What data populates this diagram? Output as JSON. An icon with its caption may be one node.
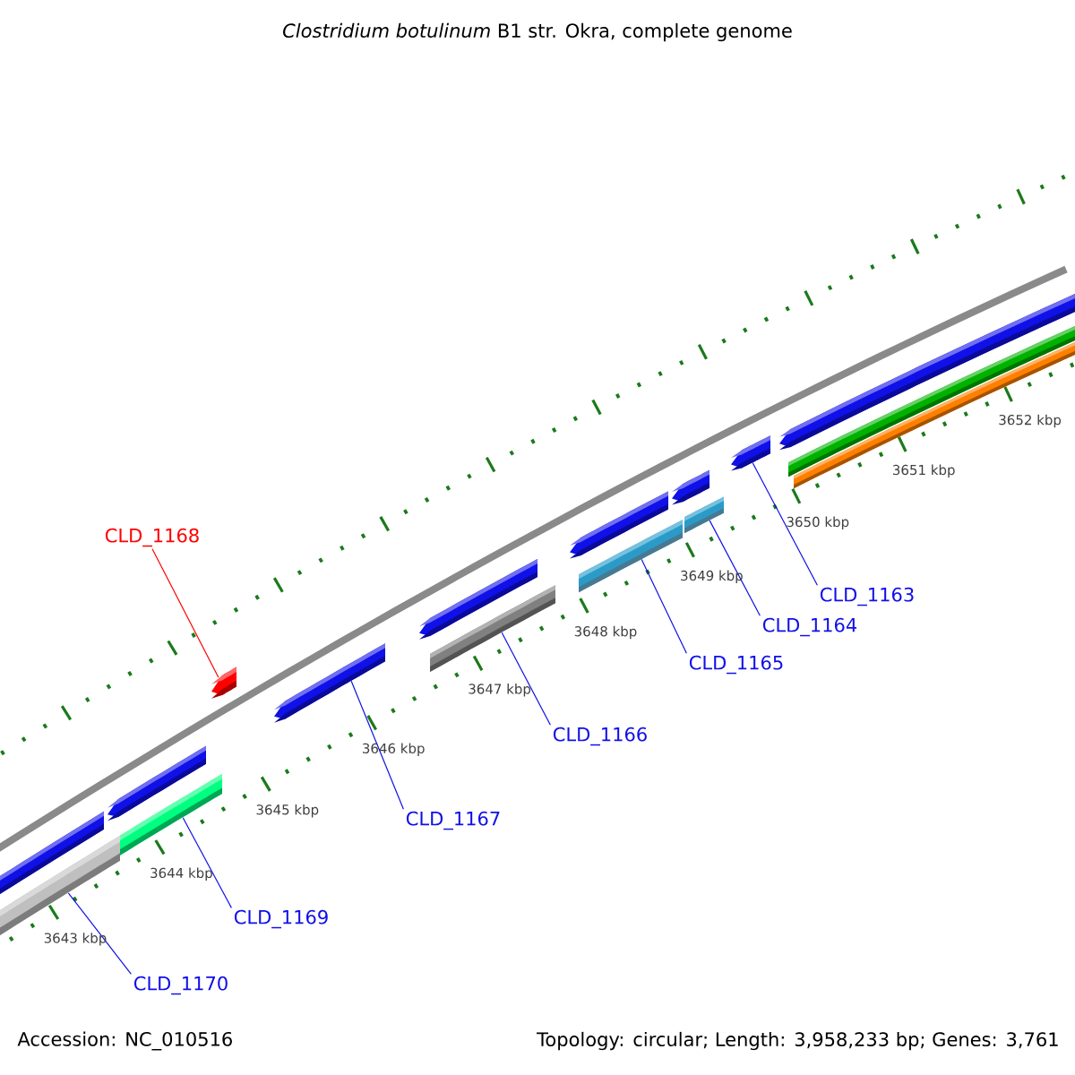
{
  "diagram": {
    "title": "*Clostridium botulinum* B1 str. Okra, complete genome",
    "nodes": [
      {
        "text": [],
        "shape": "arrow"
      },
      {
        "text": [],
        "shape": "bar"
      },
      {
        "text": [],
        "shape": "arrow"
      },
      {
        "text": [],
        "shape": "bar"
      },
      {
        "text": [],
        "shape": "arrow"
      },
      {
        "text": [],
        "shape": "arrow"
      },
      {
        "text": [],
        "shape": "arrow"
      },
      {
        "text": [],
        "shape": "bar"
      },
      {
        "text": [],
        "shape": "arrow"
      },
      {
        "text": [],
        "shape": "bar"
      },
      {
        "text": [],
        "shape": "arrow"
      },
      {
        "text": [],
        "shape": "bar"
      },
      {
        "text": [],
        "shape": "arrow"
      },
      {
        "text": [],
        "shape": "arrow"
      },
      {
        "text": [],
        "shape": "bar"
      },
      {
        "text": [],
        "shape": "bar"
      },
      {
        "text": [
          "CLD_1168"
        ]
      },
      {
        "text": [
          "CLD_1170"
        ]
      },
      {
        "text": [
          "CLD_1169"
        ]
      },
      {
        "text": [
          "CLD_1167"
        ]
      },
      {
        "text": [
          "CLD_1166"
        ]
      },
      {
        "text": [
          "CLD_1165"
        ]
      },
      {
        "text": [
          "CLD_1164"
        ]
      },
      {
        "text": [
          "CLD_1163"
        ]
      }
    ],
    "edges": [
      {
        "from": 16,
        "to": 4,
        "arrow": "none",
        "color": "#ff0000"
      },
      {
        "from": 17,
        "to": 1,
        "arrow": "none"
      },
      {
        "from": 18,
        "to": 3,
        "arrow": "none"
      },
      {
        "from": 19,
        "to": 5,
        "arrow": "none"
      },
      {
        "from": 20,
        "to": 7,
        "arrow": "none"
      },
      {
        "from": 21,
        "to": 9,
        "arrow": "none"
      },
      {
        "from": 22,
        "to": 11,
        "arrow": "none"
      },
      {
        "from": 23,
        "to": 12,
        "arrow": "none"
      }
    ],
    "labels": [
      "3643 kbp",
      "3644 kbp",
      "3645 kbp",
      "3646 kbp",
      "3647 kbp",
      "3648 kbp",
      "3649 kbp",
      "3650 kbp",
      "3651 kbp",
      "3652 kbp",
      "Accession: NC_010516",
      "Topology: circular; Length: 3,958,233 bp; Genes: 3,761"
    ]
  }
}
